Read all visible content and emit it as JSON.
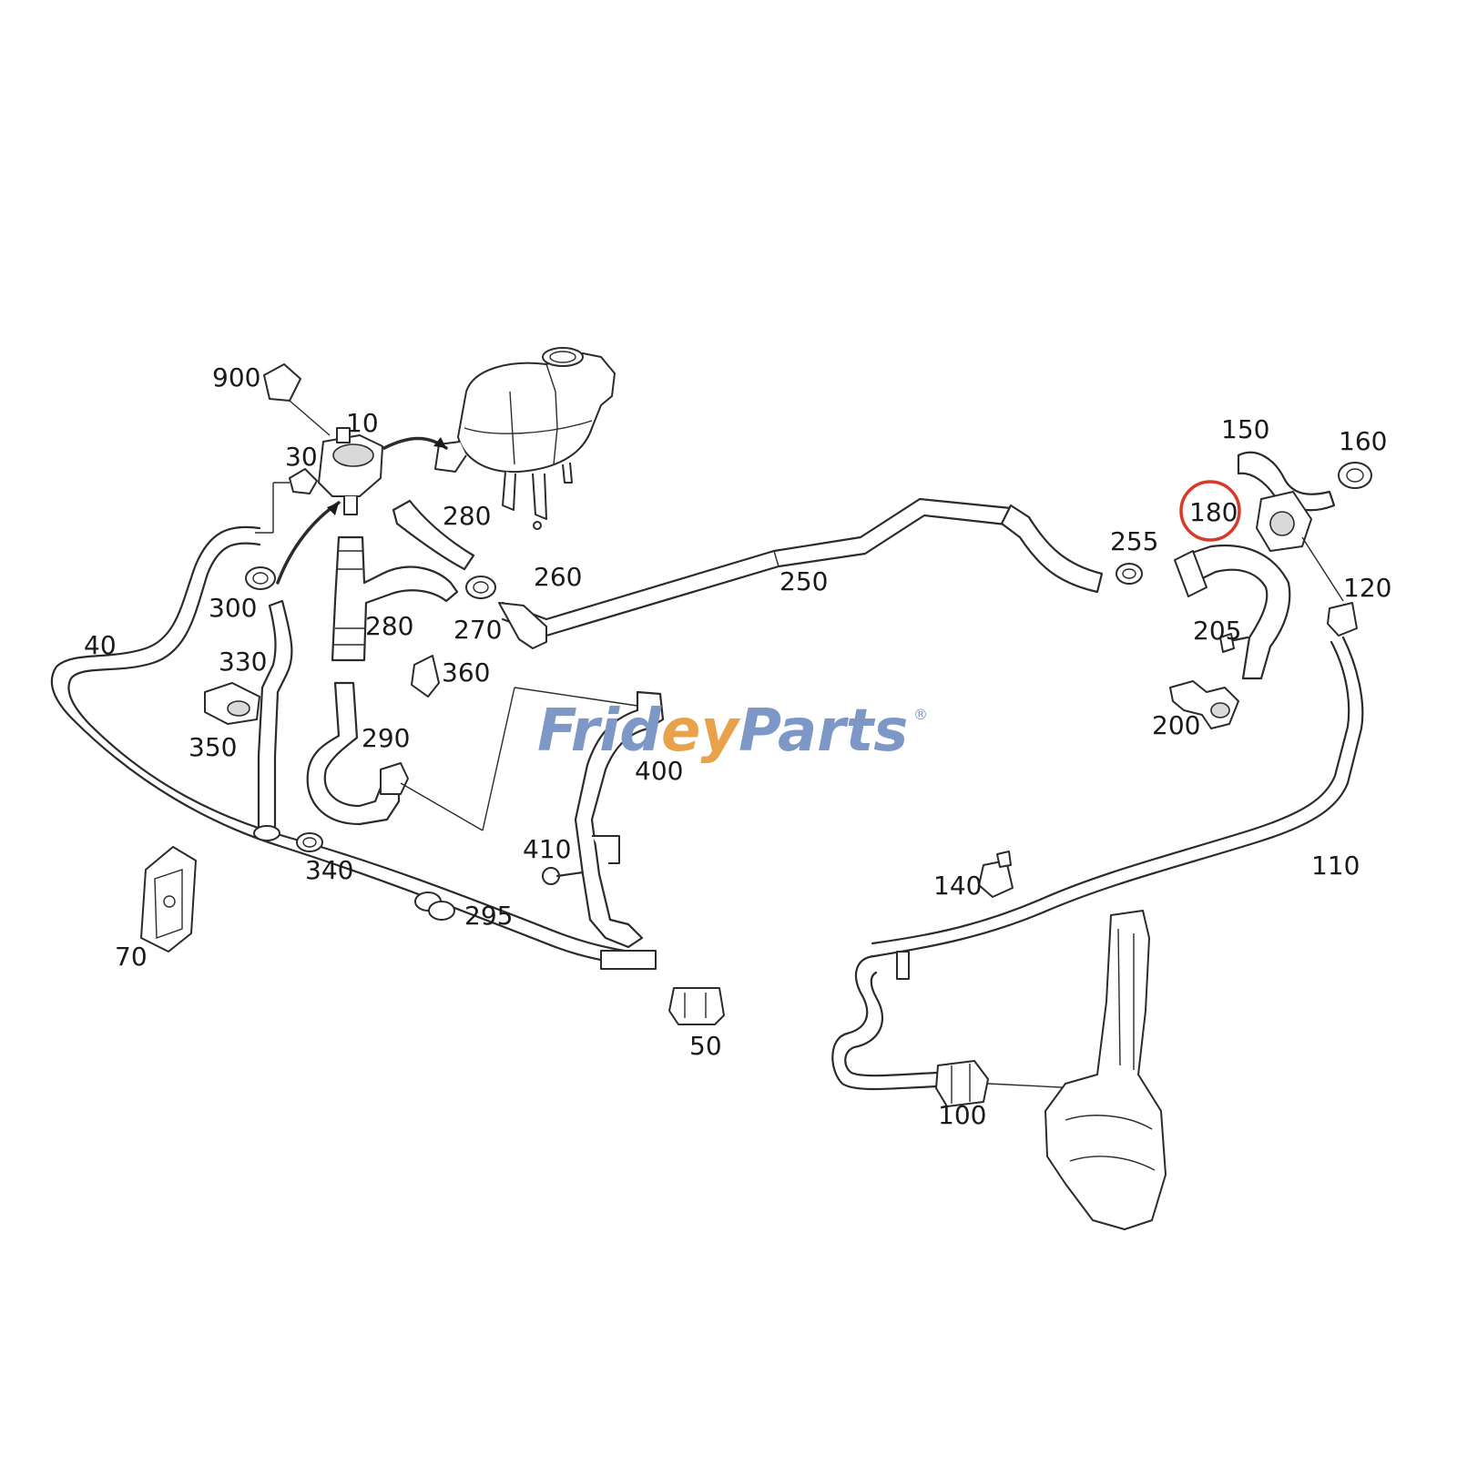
{
  "watermark": {
    "left_text": "Frid",
    "accent_text": "ey",
    "right_text": "Parts",
    "registered_mark": "®",
    "blue_color": "#7d97c7",
    "orange_color": "#e8a24a"
  },
  "highlight": {
    "part_number": "180",
    "ring_color": "#d63a2a"
  },
  "callouts": {
    "c900": "900",
    "c10": "10",
    "c30": "30",
    "c280a": "280",
    "c280b": "280",
    "c300": "300",
    "c40": "40",
    "c330": "330",
    "c350": "350",
    "c360": "360",
    "c290": "290",
    "c270": "270",
    "c260": "260",
    "c250": "250",
    "c255": "255",
    "c150": "150",
    "c160": "160",
    "c180": "180",
    "c120": "120",
    "c205": "205",
    "c200": "200",
    "c400": "400",
    "c410": "410",
    "c295": "295",
    "c340": "340",
    "c70": "70",
    "c50": "50",
    "c140": "140",
    "c110": "110",
    "c100": "100"
  }
}
